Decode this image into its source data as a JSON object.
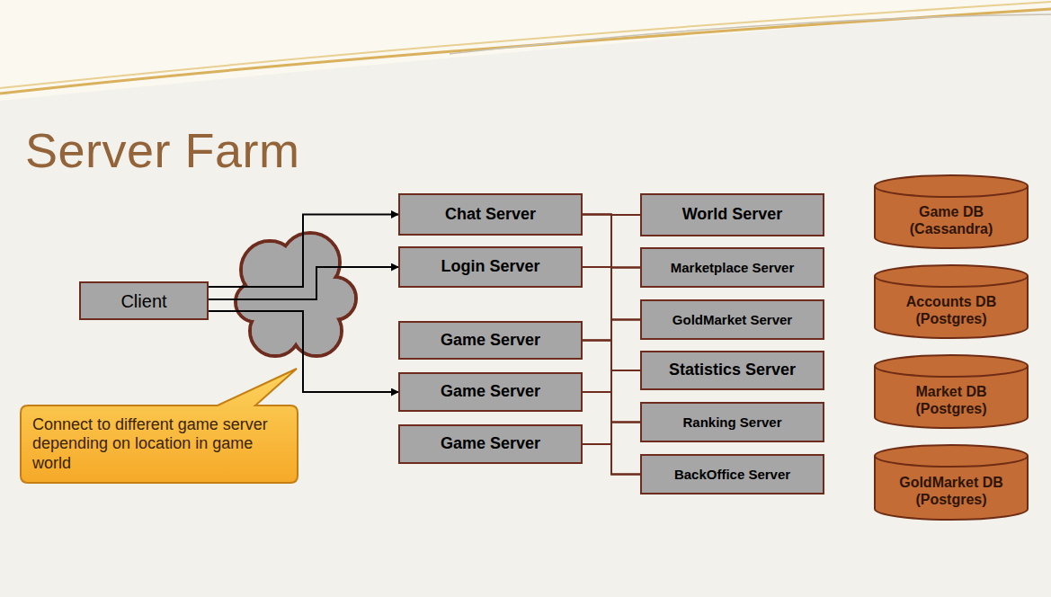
{
  "diagram": {
    "title": "Server Farm",
    "nodes": [
      {
        "text": [
          "Client"
        ]
      },
      {
        "text": [
          "Chat Server"
        ]
      },
      {
        "text": [
          "Login Server"
        ]
      },
      {
        "text": [
          "Game Server"
        ]
      },
      {
        "text": [
          "Game Server"
        ]
      },
      {
        "text": [
          "Game Server"
        ]
      },
      {
        "text": [
          "World Server"
        ]
      },
      {
        "text": [
          "Marketplace Server"
        ]
      },
      {
        "text": [
          "GoldMarket Server"
        ]
      },
      {
        "text": [
          "Statistics Server"
        ]
      },
      {
        "text": [
          "Ranking Server"
        ]
      },
      {
        "text": [
          "BackOffice Server"
        ]
      },
      {
        "text": [
          "Game DB (Cassandra)"
        ]
      },
      {
        "text": [
          "Accounts DB (Postgres)"
        ]
      },
      {
        "text": [
          "Market DB (Postgres)"
        ]
      },
      {
        "text": [
          "GoldMarket DB (Postgres)"
        ]
      },
      {
        "text": [
          "Connect to different game server depending on location in game world"
        ]
      }
    ],
    "edges": [
      {
        "from": 0,
        "to": 1,
        "arrow": "to"
      },
      {
        "from": 0,
        "to": 2,
        "arrow": "to"
      },
      {
        "from": 0,
        "to": 4,
        "arrow": "to"
      },
      {
        "from": 1,
        "to": 6,
        "arrow": "none"
      },
      {
        "from": 1,
        "to": 7,
        "arrow": "none"
      },
      {
        "from": 1,
        "to": 8,
        "arrow": "none"
      },
      {
        "from": 1,
        "to": 9,
        "arrow": "none"
      },
      {
        "from": 1,
        "to": 10,
        "arrow": "none"
      },
      {
        "from": 1,
        "to": 11,
        "arrow": "none"
      },
      {
        "from": 2,
        "to": 6,
        "arrow": "none"
      },
      {
        "from": 2,
        "to": 7,
        "arrow": "none"
      },
      {
        "from": 2,
        "to": 8,
        "arrow": "none"
      },
      {
        "from": 2,
        "to": 9,
        "arrow": "none"
      },
      {
        "from": 2,
        "to": 10,
        "arrow": "none"
      },
      {
        "from": 2,
        "to": 11,
        "arrow": "none"
      },
      {
        "from": 3,
        "to": 6,
        "arrow": "none"
      },
      {
        "from": 3,
        "to": 7,
        "arrow": "none"
      },
      {
        "from": 3,
        "to": 8,
        "arrow": "none"
      },
      {
        "from": 3,
        "to": 9,
        "arrow": "none"
      },
      {
        "from": 3,
        "to": 10,
        "arrow": "none"
      },
      {
        "from": 3,
        "to": 11,
        "arrow": "none"
      },
      {
        "from": 4,
        "to": 6,
        "arrow": "none"
      },
      {
        "from": 4,
        "to": 7,
        "arrow": "none"
      },
      {
        "from": 4,
        "to": 8,
        "arrow": "none"
      },
      {
        "from": 4,
        "to": 9,
        "arrow": "none"
      },
      {
        "from": 4,
        "to": 10,
        "arrow": "none"
      },
      {
        "from": 4,
        "to": 11,
        "arrow": "none"
      },
      {
        "from": 5,
        "to": 6,
        "arrow": "none"
      },
      {
        "from": 5,
        "to": 7,
        "arrow": "none"
      },
      {
        "from": 5,
        "to": 8,
        "arrow": "none"
      },
      {
        "from": 5,
        "to": 9,
        "arrow": "none"
      },
      {
        "from": 5,
        "to": 10,
        "arrow": "none"
      },
      {
        "from": 5,
        "to": 11,
        "arrow": "none"
      }
    ]
  }
}
